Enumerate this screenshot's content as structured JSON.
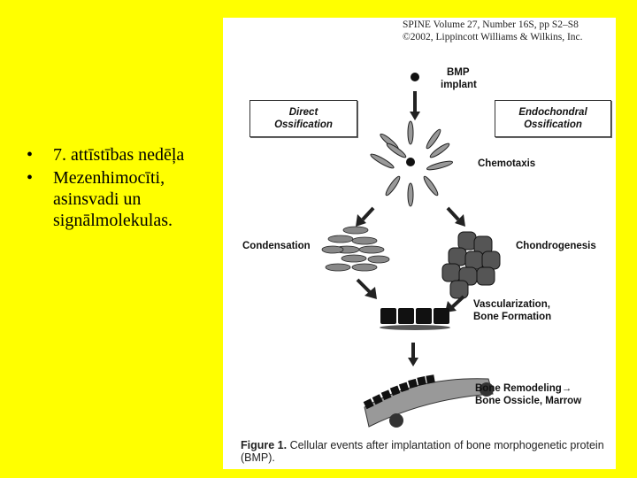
{
  "slide": {
    "background": "#ffff00",
    "bullets": [
      {
        "text": "7. attīstības nedēļa"
      },
      {
        "text": "Mezenhimocīti, asinsvadi un signālmolekulas."
      }
    ],
    "bullet_glyph": "•"
  },
  "figure": {
    "journal_line1": "SPINE Volume 27, Number 16S, pp S2–S8",
    "journal_line2": "©2002, Lippincott Williams & Wilkins, Inc.",
    "labels": {
      "bmp_line1": "BMP",
      "bmp_line2": "implant",
      "direct_line1": "Direct",
      "direct_line2": "Ossification",
      "endo_line1": "Endochondral",
      "endo_line2": "Ossification",
      "chemotaxis": "Chemotaxis",
      "condensation": "Condensation",
      "chondrogenesis": "Chondrogenesis",
      "vasc_line1": "Vascularization,",
      "vasc_line2": "Bone Formation",
      "remodel_line1": "Bone Remodeling→",
      "remodel_line2": "Bone Ossicle, Marrow"
    },
    "caption_label": "Figure 1.",
    "caption_text": "Cellular events after implantation of bone morphogenetic protein (BMP)."
  }
}
